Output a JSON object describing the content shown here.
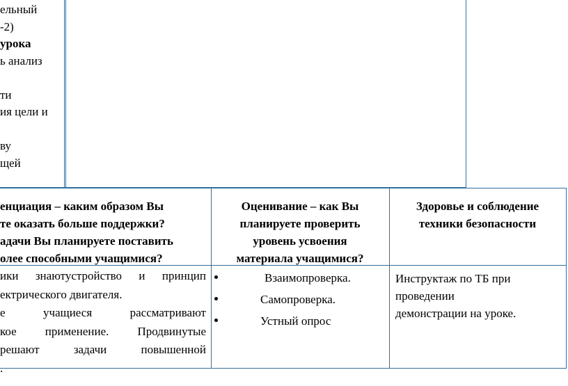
{
  "top_table": {
    "left_lines": [
      {
        "text": "ельный",
        "bold": false
      },
      {
        "text": "-2)",
        "bold": false
      },
      {
        "text": "урока",
        "bold": true
      },
      {
        "text": "ь анализ",
        "bold": false
      },
      {
        "text": "",
        "bold": false
      },
      {
        "text": "ти",
        "bold": false
      },
      {
        "text": "ия цели и",
        "bold": false
      },
      {
        "text": "",
        "bold": false
      },
      {
        "text": "ву",
        "bold": false
      },
      {
        "text": "щей",
        "bold": false
      }
    ]
  },
  "bottom_table": {
    "headers": {
      "differentiation": [
        "енциация – каким образом Вы",
        "те оказать больше поддержки?",
        "адачи Вы планируете поставить",
        "олее способными учащимися?"
      ],
      "assessment": [
        "Оценивание – как Вы",
        "планируете проверить",
        "уровень усвоения",
        "материала учащимися?"
      ],
      "health_safety": [
        "Здоровье и соблюдение",
        "техники безопасности"
      ]
    },
    "differentiation_lines": [
      "ики знаютустройство и принцип",
      "ектрического двигателя.",
      "е учащиеся рассматривают",
      "кое применение. Продвинутые",
      "решают задачи повышенной",
      "."
    ],
    "assessment_items": [
      "Взаимопроверка.",
      "Самопроверка.",
      "Устный опрос"
    ],
    "health_safety_lines": [
      "Инструктаж по ТБ при",
      "проведении",
      "демонстрации на уроке."
    ]
  }
}
